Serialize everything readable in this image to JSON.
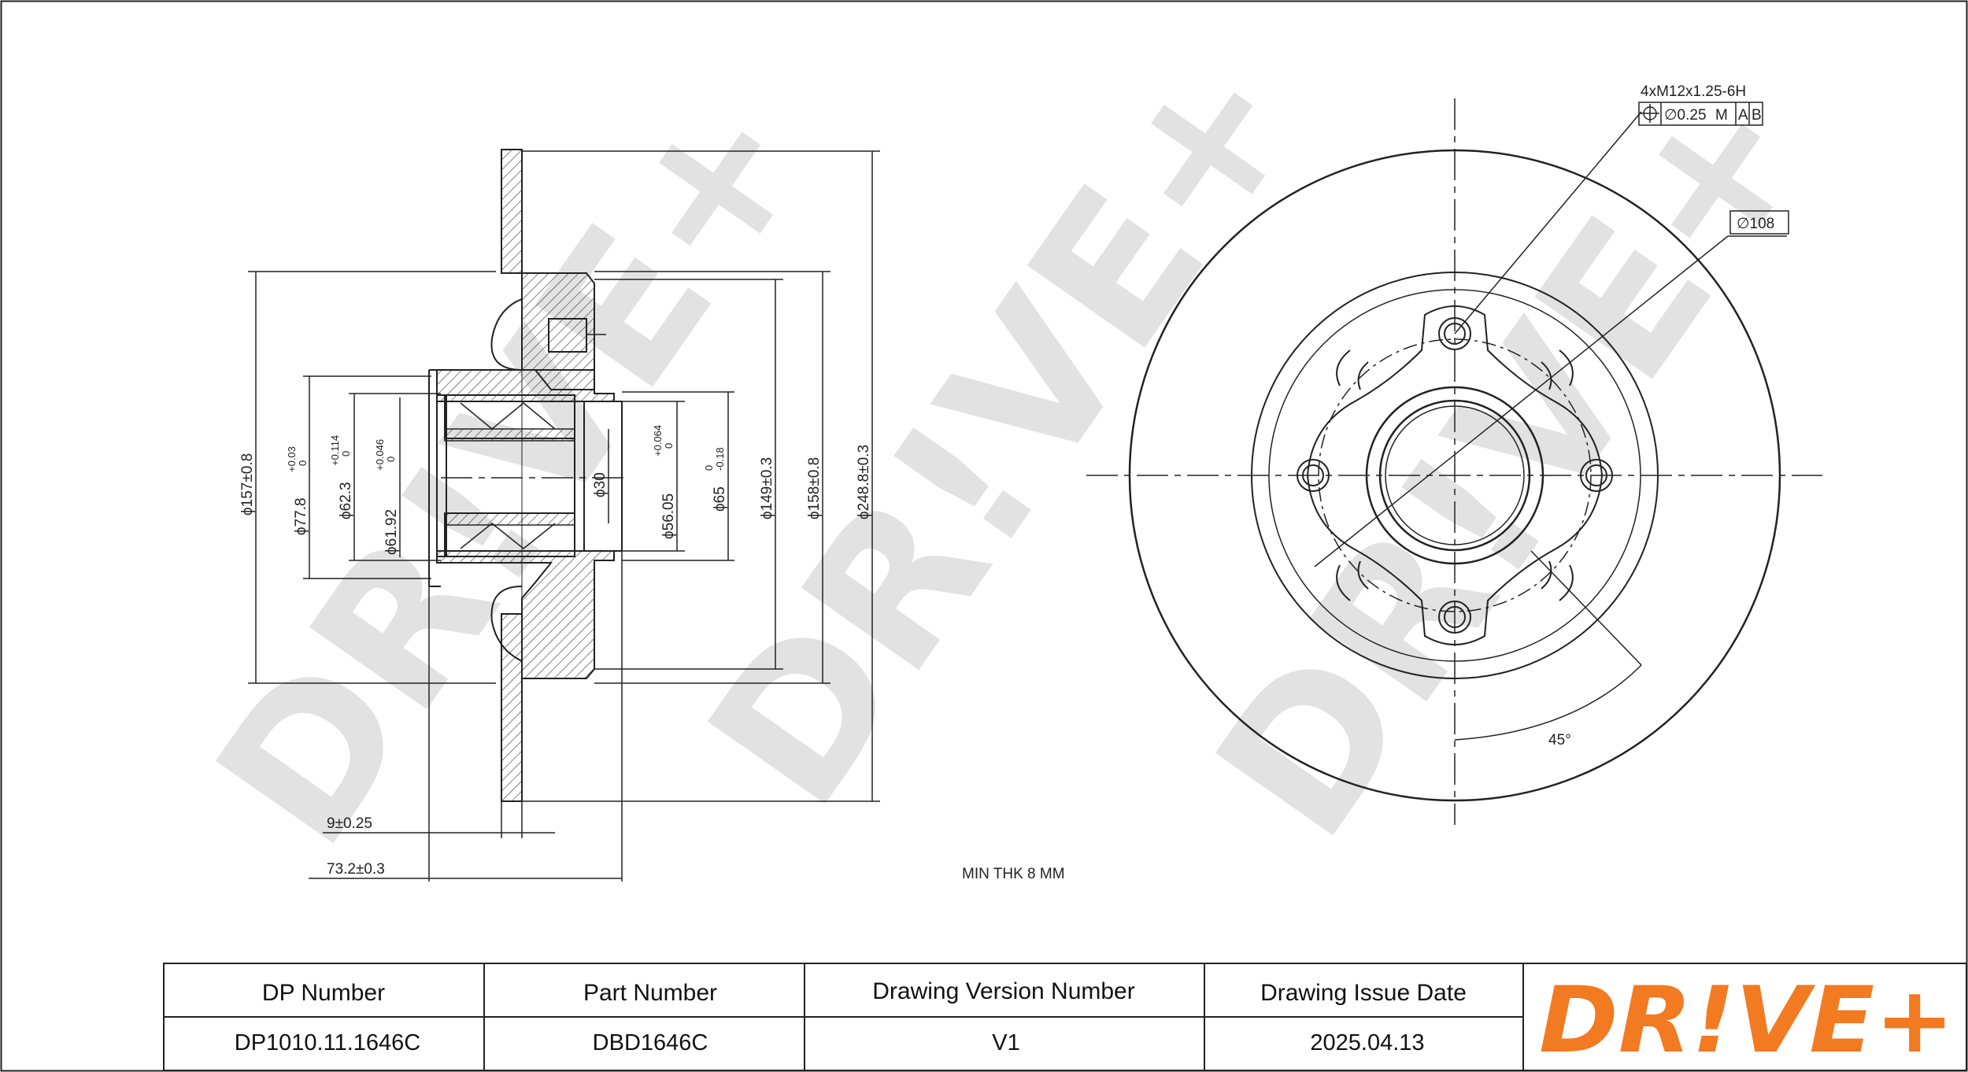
{
  "watermark": "DR!VE+",
  "logo": {
    "text": "DR!VE+",
    "color": "#f27a21"
  },
  "side_view": {
    "dims": {
      "d157": "ϕ157±0.8",
      "d77": "ϕ77.8",
      "d77_tol_hi": "+0.03",
      "d77_tol_lo": "0",
      "d62": "ϕ62.3",
      "d62_tol_hi": "+0.114",
      "d62_tol_lo": "0",
      "d61": "ϕ61.92",
      "d61_tol_hi": "+0.046",
      "d61_tol_lo": "0",
      "d30": "ϕ30",
      "d56": "ϕ56.05",
      "d56_tol_hi": "+0.064",
      "d56_tol_lo": "0",
      "d65": "ϕ65",
      "d65_tol_hi": "0",
      "d65_tol_lo": "-0.18",
      "d149": "ϕ149±0.3",
      "d158": "ϕ158±0.8",
      "d248": "ϕ248.8±0.3",
      "w9": "9±0.25",
      "w73": "73.2±0.3"
    },
    "min_thk": "MIN THK 8 MM"
  },
  "front_view": {
    "thread": "4xM12x1.25-6H",
    "position_tol": "∅0.25",
    "mmc": "M",
    "datum_a": "A",
    "datum_b": "B",
    "pcd": "∅108",
    "angle": "45°"
  },
  "title_block": {
    "headers": [
      "DP Number",
      "Part Number",
      "Drawing Version Number",
      "Drawing Issue Date"
    ],
    "values": [
      "DP1010.11.1646C",
      "DBD1646C",
      "V1",
      "2025.04.13"
    ]
  }
}
